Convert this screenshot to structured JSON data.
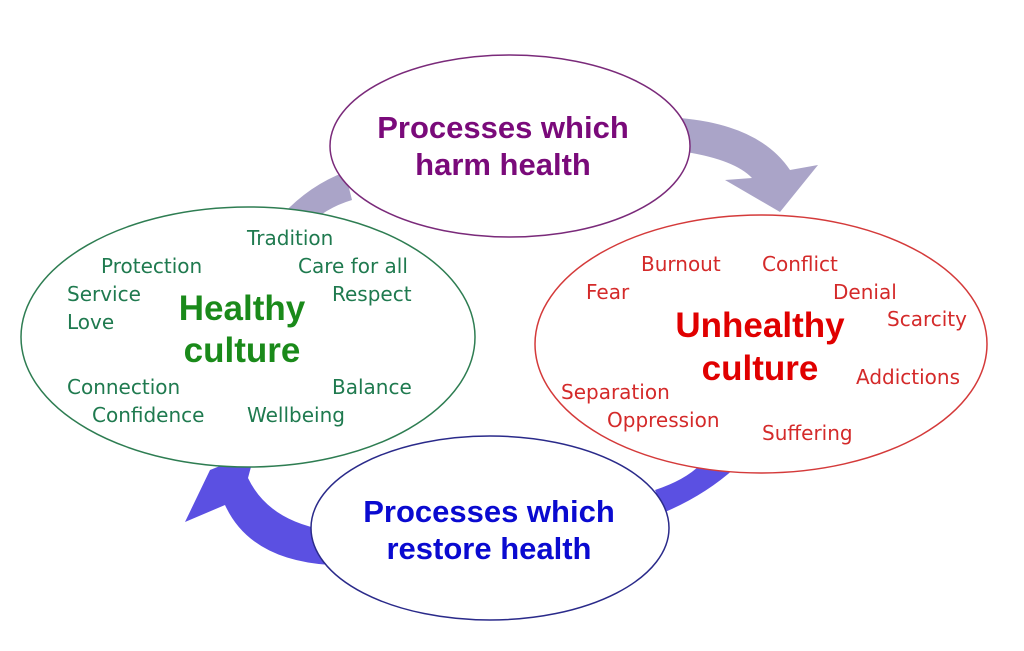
{
  "diagram": {
    "harm": {
      "line1": "Processes which",
      "line2": "harm health"
    },
    "restore": {
      "line1": "Processes which",
      "line2": "restore health"
    },
    "healthy": {
      "title1": "Healthy",
      "title2": "culture",
      "words": [
        "Tradition",
        "Protection",
        "Care for all",
        "Service",
        "Respect",
        "Love",
        "Connection",
        "Balance",
        "Confidence",
        "Wellbeing"
      ]
    },
    "unhealthy": {
      "title1": "Unhealthy",
      "title2": "culture",
      "words": [
        "Burnout",
        "Conflict",
        "Fear",
        "Denial",
        "Scarcity",
        "Addictions",
        "Separation",
        "Oppression",
        "Suffering"
      ]
    },
    "colors": {
      "harm": "#7a0a7a",
      "restore": "#0a0ad0",
      "healthy": "#1a8a1a",
      "unhealthy": "#e00000",
      "arrow_harm": "#aaa4c8",
      "arrow_restore": "#5b50e2"
    }
  }
}
